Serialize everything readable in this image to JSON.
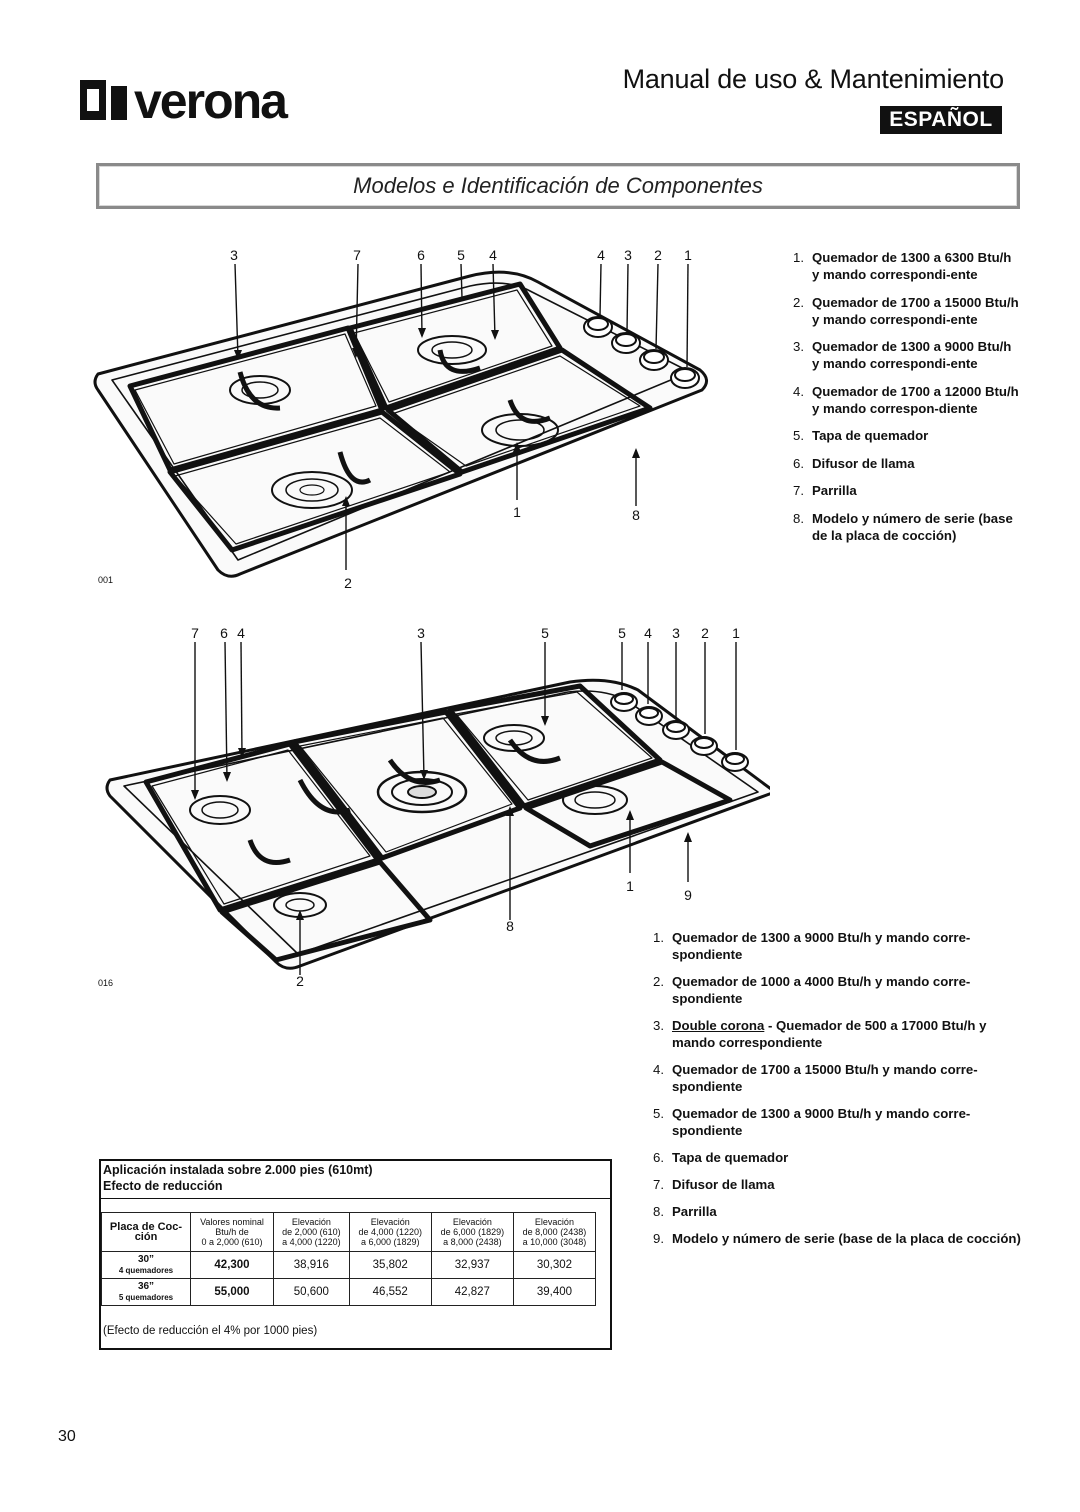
{
  "header": {
    "brand": "verona",
    "title": "Manual de uso & Mantenimiento",
    "language": "ESPAÑOL"
  },
  "section": {
    "title": "Modelos e Identificación de Componentes"
  },
  "diagram_30": {
    "figure_id": "001",
    "callouts_top": [
      "3",
      "7",
      "6",
      "5",
      "4",
      "4",
      "3",
      "2",
      "1"
    ],
    "callouts_bottom": [
      "2",
      "1",
      "8"
    ]
  },
  "diagram_36": {
    "figure_id": "016",
    "callouts_top": [
      "7",
      "6",
      "4",
      "3",
      "5",
      "5",
      "4",
      "3",
      "2",
      "1"
    ],
    "callouts_bottom": [
      "2",
      "8",
      "1",
      "9"
    ]
  },
  "components_30": [
    {
      "num": "1.",
      "text": "Quemador de 1300 a 6300 Btu/h y mando correspondi-ente"
    },
    {
      "num": "2.",
      "text": "Quemador de 1700 a 15000 Btu/h y mando correspondi-ente"
    },
    {
      "num": "3.",
      "text": "Quemador de 1300 a 9000 Btu/h y mando correspondi-ente"
    },
    {
      "num": "4.",
      "text": "Quemador de 1700 a 12000 Btu/h y mando correspon-diente"
    },
    {
      "num": "5.",
      "text": "Tapa de quemador"
    },
    {
      "num": "6.",
      "text": "Difusor de llama"
    },
    {
      "num": "7.",
      "text": "Parrilla"
    },
    {
      "num": "8.",
      "text": "Modelo y número de serie (base de la placa de cocción)"
    }
  ],
  "components_36": [
    {
      "num": "1.",
      "text": "Quemador de 1300 a 9000 Btu/h y mando corre-spondiente"
    },
    {
      "num": "2.",
      "text": "Quemador de 1000 a 4000 Btu/h y mando corre-spondiente"
    },
    {
      "num": "3.",
      "lead": "Double corona",
      "text": " - Quemador de 500 a 17000 Btu/h y mando correspondiente"
    },
    {
      "num": "4.",
      "text": "Quemador de 1700 a 15000 Btu/h y mando corre-spondiente"
    },
    {
      "num": "5.",
      "text": "Quemador de 1300 a 9000 Btu/h y mando corre-spondiente"
    },
    {
      "num": "6.",
      "text": "Tapa de quemador"
    },
    {
      "num": "7.",
      "text": "Difusor de llama"
    },
    {
      "num": "8.",
      "text": "Parrilla"
    },
    {
      "num": "9.",
      "text": "Modelo y número de serie (base de la placa de cocción)"
    }
  ],
  "altitude": {
    "title": "Aplicación instalada sobre 2.000 pies (610mt)",
    "subtitle": "Efecto de reducción",
    "header": {
      "label": "Placa de Coc-ción",
      "nominal": [
        "Valores nominal",
        "Btu/h de",
        "0  a  2,000 (610)"
      ],
      "elev1": [
        "Elevación",
        "de 2,000 (610)",
        "a 4,000 (1220)"
      ],
      "elev2": [
        "Elevación",
        "de 4,000 (1220)",
        "a 6,000 (1829)"
      ],
      "elev3": [
        "Elevación",
        "de 6,000 (1829)",
        "a 8,000 (2438)"
      ],
      "elev4": [
        "Elevación",
        "de 8,000 (2438)",
        "a 10,000 (3048)"
      ]
    },
    "rows": [
      {
        "size": "30”",
        "burners": "4  quemadores",
        "values": [
          "42,300",
          "38,916",
          "35,802",
          "32,937",
          "30,302"
        ]
      },
      {
        "size": "36”",
        "burners": "5  quemadores",
        "values": [
          "55,000",
          "50,600",
          "46,552",
          "42,827",
          "39,400"
        ]
      }
    ],
    "note": "(Efecto de reducción el 4% por 1000 pies)"
  },
  "page": {
    "number": "30"
  },
  "colors": {
    "ink": "#111111",
    "frame": "#8a8a8a",
    "badge_bg": "#111111",
    "badge_fg": "#ffffff"
  }
}
